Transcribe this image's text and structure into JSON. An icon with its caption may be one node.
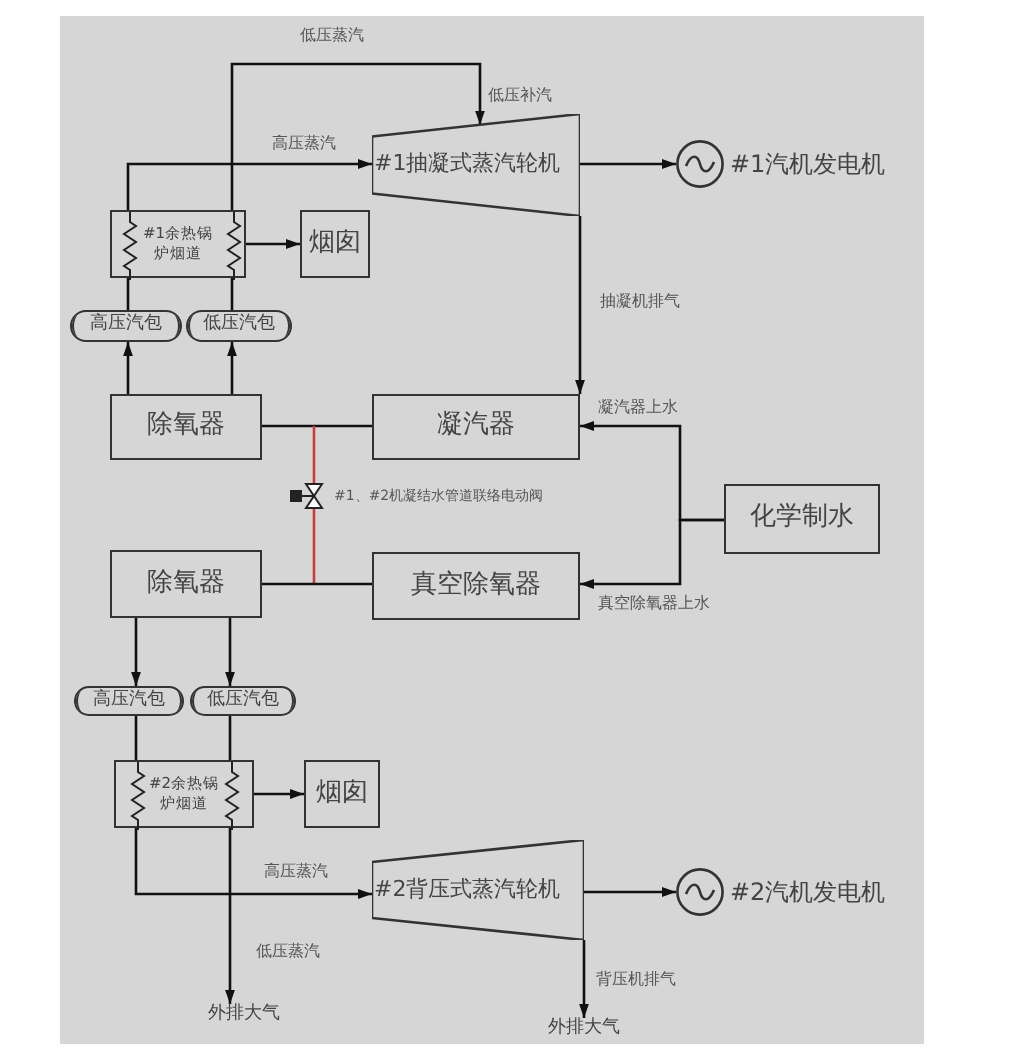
{
  "diagram": {
    "nodes": [
      {
        "text": [
          "#1抽凝式蒸汽轮机"
        ]
      },
      {
        "text": [],
        "shape": "circle",
        "beside": [
          "#1汽机发电机"
        ]
      },
      {
        "text": [
          "#1余热锅炉烟道"
        ]
      },
      {
        "text": [
          "烟囱"
        ]
      },
      {
        "text": [
          "高压汽包"
        ]
      },
      {
        "text": [
          "低压汽包"
        ]
      },
      {
        "text": [
          "除氧器"
        ]
      },
      {
        "text": [
          "凝汽器"
        ]
      },
      {
        "text": [
          "化学制水"
        ]
      },
      {
        "text": [
          "除氧器"
        ]
      },
      {
        "text": [
          "真空除氧器"
        ]
      },
      {
        "text": [
          "高压汽包"
        ]
      },
      {
        "text": [
          "低压汽包"
        ]
      },
      {
        "text": [
          "#2余热锅炉烟道"
        ]
      },
      {
        "text": [
          "烟囱"
        ]
      },
      {
        "text": [
          "#2背压式蒸汽轮机"
        ]
      },
      {
        "text": [],
        "shape": "circle",
        "beside": [
          "#2汽机发电机"
        ]
      },
      {
        "text": [],
        "shape": "valve",
        "beside": [
          "#1、#2机凝结水管道联络电动阀"
        ]
      },
      {
        "text": [
          "外排大气"
        ]
      },
      {
        "text": [
          "外排大气"
        ]
      }
    ],
    "edges": [
      {
        "from": 2,
        "to": 0,
        "arrow": "to",
        "label": "高压蒸汽"
      },
      {
        "from": 2,
        "to": 0,
        "arrow": "to",
        "label": "低压蒸汽"
      },
      {
        "from": 2,
        "to": 3,
        "arrow": "to"
      },
      {
        "from": 6,
        "to": 4,
        "arrow": "to"
      },
      {
        "from": 4,
        "to": 2,
        "arrow": "none"
      },
      {
        "from": 6,
        "to": 5,
        "arrow": "to"
      },
      {
        "from": 5,
        "to": 2,
        "arrow": "none"
      },
      {
        "from": 0,
        "to": 1,
        "arrow": "to"
      },
      {
        "from": 0,
        "to": 7,
        "arrow": "to",
        "label": "抽凝机排气"
      },
      {
        "from": 6,
        "to": 7,
        "arrow": "none"
      },
      {
        "from": 8,
        "to": 7,
        "arrow": "to",
        "label": "凝汽器上水"
      },
      {
        "from": 8,
        "to": 10,
        "arrow": "to",
        "label": "真空除氧器上水"
      },
      {
        "from": null,
        "to": 17,
        "arrow": "none",
        "color": "#d03a3a"
      },
      {
        "from": null,
        "to": 17,
        "arrow": "none",
        "color": "#d03a3a"
      },
      {
        "from": 9,
        "to": 10,
        "arrow": "none"
      },
      {
        "from": 9,
        "to": 11,
        "arrow": "to"
      },
      {
        "from": 9,
        "to": 12,
        "arrow": "to"
      },
      {
        "from": 11,
        "to": 13,
        "arrow": "none"
      },
      {
        "from": 12,
        "to": 13,
        "arrow": "none"
      },
      {
        "from": 13,
        "to": 14,
        "arrow": "to"
      },
      {
        "from": 13,
        "to": 15,
        "arrow": "to",
        "label": "高压蒸汽"
      },
      {
        "from": 13,
        "to": 18,
        "arrow": "to",
        "label": "低压蒸汽"
      },
      {
        "from": 15,
        "to": 16,
        "arrow": "to"
      },
      {
        "from": 15,
        "to": 19,
        "arrow": "to",
        "label": "背压机排气"
      }
    ],
    "labels": [
      "低压补汽"
    ]
  }
}
